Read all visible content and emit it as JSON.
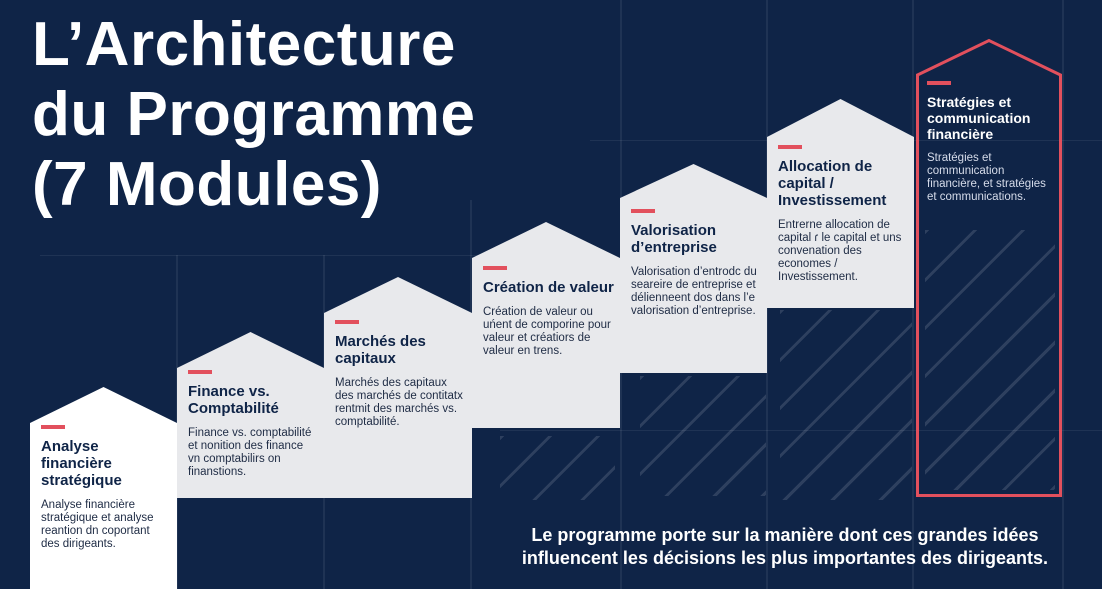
{
  "title_lines": [
    "L’Architecture",
    "du Programme",
    "(7 Modules)"
  ],
  "modules": [
    {
      "title": "Analyse financière stratégique",
      "description": "Analyse financière stratégique et analyse reantion dn coportant des dirigeants."
    },
    {
      "title": "Finance vs. Comptabilité",
      "description": "Finance vs. comptabilité et nonition des finance vn comptabilirs on finanstions."
    },
    {
      "title": "Marchés des capitaux",
      "description": "Marchés des capitaux des marchés de contitatx rentmit des marchés vs. comptabilité."
    },
    {
      "title": "Création de valeur",
      "description": "Création de valeur ou uńent de comporine pour valeur et créatiors de valeur en trens."
    },
    {
      "title": "Valorisation d’entreprise",
      "description": "Valorisation d’entrodc du seareire de entreprise et délienneent dos dans l’e valorisation d’entreprise."
    },
    {
      "title": "Allocation de capital / Investissement",
      "description": "Entrerne allocation de capital ɾ le capital et uns convenation des economes / Investissement."
    },
    {
      "title": "Stratégies et communication financière",
      "description": "Stratégies et communication financière, et stratégies et communications."
    }
  ],
  "caption": "Le programme porte sur la manière dont ces grandes idées influencent les décisions les plus importantes des dirigeants.",
  "colors": {
    "background": "#0f2447",
    "card": "#e8e9ec",
    "card_first": "#ffffff",
    "accent": "#e2505d",
    "title_text": "#ffffff"
  }
}
